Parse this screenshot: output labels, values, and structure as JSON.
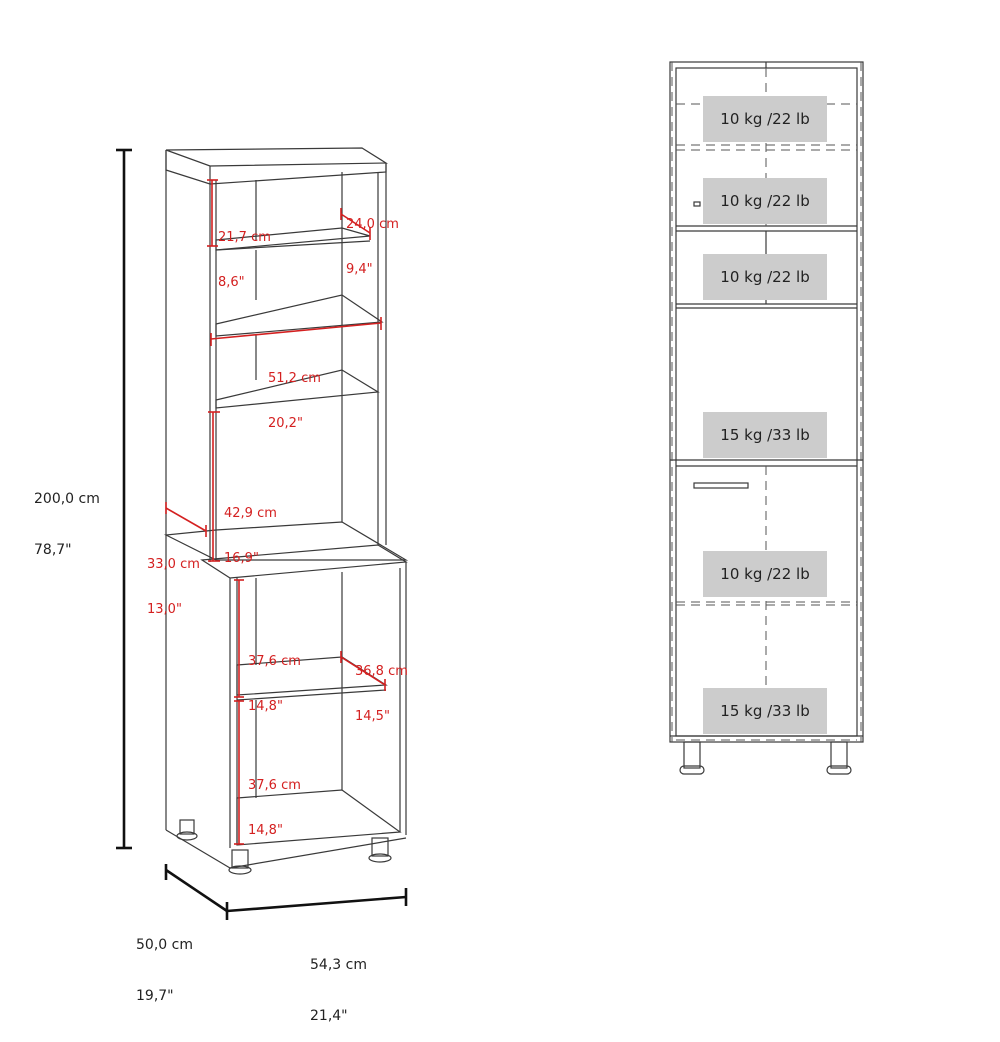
{
  "colors": {
    "dimension_red": "#d42020",
    "line": "#3a3a3a",
    "weight_box": "#cccccc"
  },
  "left_view": {
    "overall": {
      "height": {
        "cm": "200,0 cm",
        "in": "78,7\""
      },
      "depth": {
        "cm": "50,0 cm",
        "in": "19,7\""
      },
      "width": {
        "cm": "54,3 cm",
        "in": "21,4\""
      }
    },
    "inner": {
      "top_cubby_height": {
        "cm": "21,7 cm",
        "in": "8,6\""
      },
      "top_shelf_depth": {
        "cm": "24,0 cm",
        "in": "9,4\""
      },
      "hutch_width": {
        "cm": "51,2 cm",
        "in": "20,2\""
      },
      "open_niche_height": {
        "cm": "42,9 cm",
        "in": "16,9\""
      },
      "hutch_depth": {
        "cm": "33,0 cm",
        "in": "13,0\""
      },
      "lower_upper_height": {
        "cm": "37,6 cm",
        "in": "14,8\""
      },
      "lower_shelf_depth": {
        "cm": "36,8 cm",
        "in": "14,5\""
      },
      "lower_bottom_height": {
        "cm": "37,6 cm",
        "in": "14,8\""
      }
    }
  },
  "right_view": {
    "weight_capacities": [
      "10 kg /22 lb",
      "10 kg /22 lb",
      "10 kg /22 lb",
      "15 kg /33 lb",
      "10 kg /22 lb",
      "15 kg /33 lb"
    ]
  }
}
